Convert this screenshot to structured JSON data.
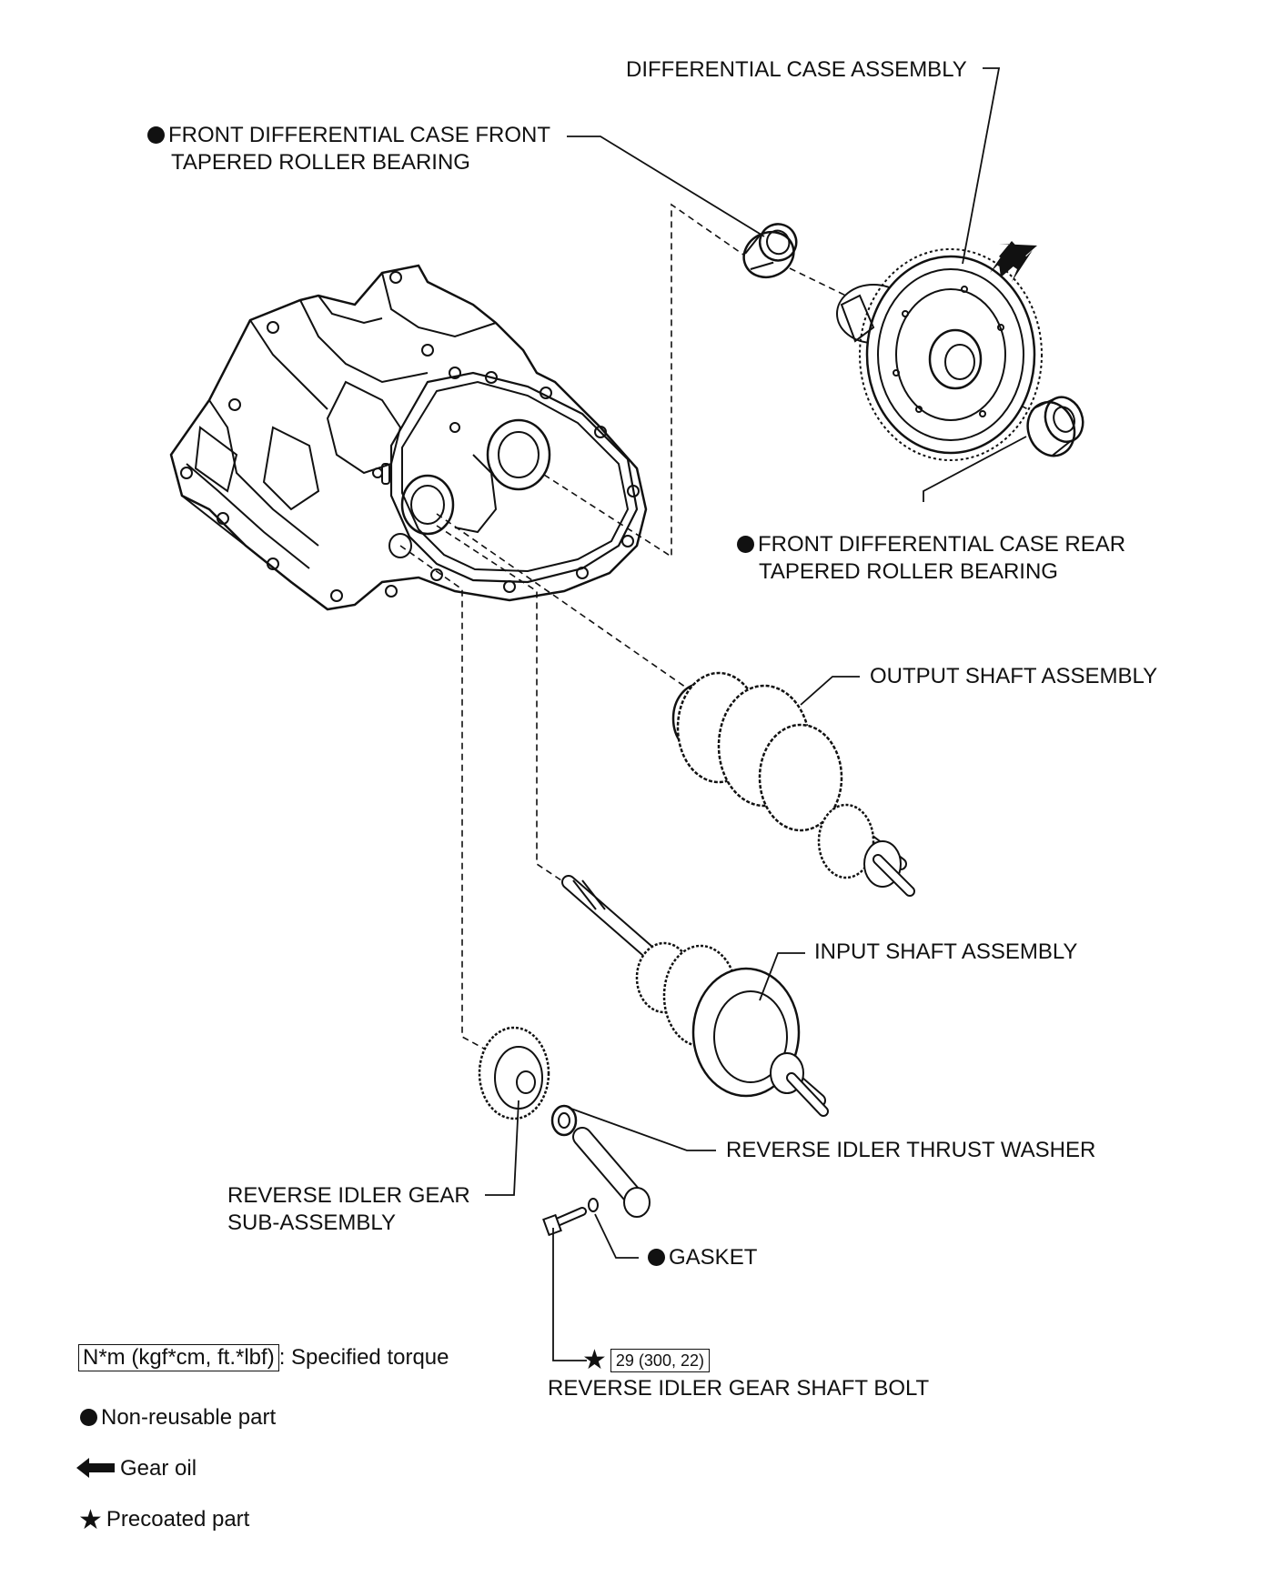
{
  "labels": {
    "differential_case": "DIFFERENTIAL CASE ASSEMBLY",
    "front_bearing_line1": "FRONT DIFFERENTIAL CASE FRONT",
    "front_bearing_line2": "TAPERED ROLLER BEARING",
    "rear_bearing_line1": "FRONT DIFFERENTIAL CASE REAR",
    "rear_bearing_line2": "TAPERED ROLLER BEARING",
    "output_shaft": "OUTPUT SHAFT ASSEMBLY",
    "input_shaft": "INPUT SHAFT ASSEMBLY",
    "thrust_washer": "REVERSE IDLER THRUST WASHER",
    "idler_gear_line1": "REVERSE IDLER GEAR",
    "idler_gear_line2": "SUB-ASSEMBLY",
    "gasket": "GASKET",
    "torque_value": "29 (300, 22)",
    "shaft_bolt": "REVERSE IDLER GEAR SHAFT BOLT"
  },
  "legend": {
    "torque_unit": "N*m (kgf*cm, ft.*lbf)",
    "torque_desc": ": Specified torque",
    "non_reusable": "Non-reusable part",
    "gear_oil": "Gear oil",
    "precoated": "Precoated part"
  },
  "icons": [
    "non-reusable-dot-icon",
    "gear-oil-arrow-icon",
    "precoated-star-icon"
  ]
}
